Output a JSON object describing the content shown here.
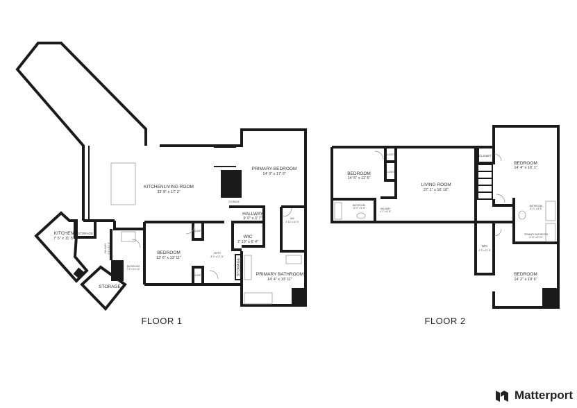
{
  "floors": [
    {
      "label": "FLOOR 1",
      "rooms": [
        {
          "name": "KITCHENLIVING ROOM",
          "dims": "33' 8\" x 17' 2\""
        },
        {
          "name": "PRIMARY BEDROOM",
          "dims": "14' 0\" x 17' 0\""
        },
        {
          "name": "KITCHEN",
          "dims": "7' 5\" x 11' 5\""
        },
        {
          "name": "STORAGE",
          "dims": ""
        },
        {
          "name": "HALLWAY",
          "dims": "5' 8\" x 13' 4\""
        },
        {
          "name": "BATHROOM",
          "dims": "7' 8\" x 13' 10\""
        },
        {
          "name": "BEDROOM",
          "dims": "13' 6\" x 13' 11\""
        },
        {
          "name": "CLOSET",
          "dims": ""
        },
        {
          "name": "CLOSET",
          "dims": ""
        },
        {
          "name": "ENTRY",
          "dims": "8' 4\" x 13' 11\""
        },
        {
          "name": "STORAGE",
          "dims": ""
        },
        {
          "name": "HALLWAY",
          "dims": "9' 0\" x 3' 7\""
        },
        {
          "name": "WIC",
          "dims": "7' 10\" x 6' 4\""
        },
        {
          "name": "WIC",
          "dims": "4' 11\" x 10' 5\""
        },
        {
          "name": "STORAGE",
          "dims": ""
        },
        {
          "name": "PRIMARY BATHROOM",
          "dims": "14' 4\" x 13' 11\""
        },
        {
          "name": "STORAGE",
          "dims": ""
        }
      ]
    },
    {
      "label": "FLOOR 2",
      "rooms": [
        {
          "name": "BEDROOM",
          "dims": "14' 5\" x 11' 6\""
        },
        {
          "name": "CLOSET",
          "dims": ""
        },
        {
          "name": "CLOSET",
          "dims": ""
        },
        {
          "name": "LIVING ROOM",
          "dims": "27' 1\" x 16' 10\""
        },
        {
          "name": "CLOSET",
          "dims": ""
        },
        {
          "name": "BEDROOM",
          "dims": "14' 4\" x 16' 1\""
        },
        {
          "name": "BATHROOM",
          "dims": "10' 0\" x 5' 8\""
        },
        {
          "name": "HALLWAY",
          "dims": "4' 1\" x 5' 8\""
        },
        {
          "name": "BATHROOM",
          "dims": "8' 11\" x 5' 8\""
        },
        {
          "name": "PRIMARY BATHROOM",
          "dims": "8' 11\" x 5' 10\""
        },
        {
          "name": "WIC",
          "dims": "4' 3\" x 11' 8\""
        },
        {
          "name": "BEDROOM",
          "dims": "14' 2\" x 19' 6\""
        }
      ]
    }
  ],
  "brand": {
    "name": "Matterport",
    "icon": "matterport-logo-icon"
  }
}
